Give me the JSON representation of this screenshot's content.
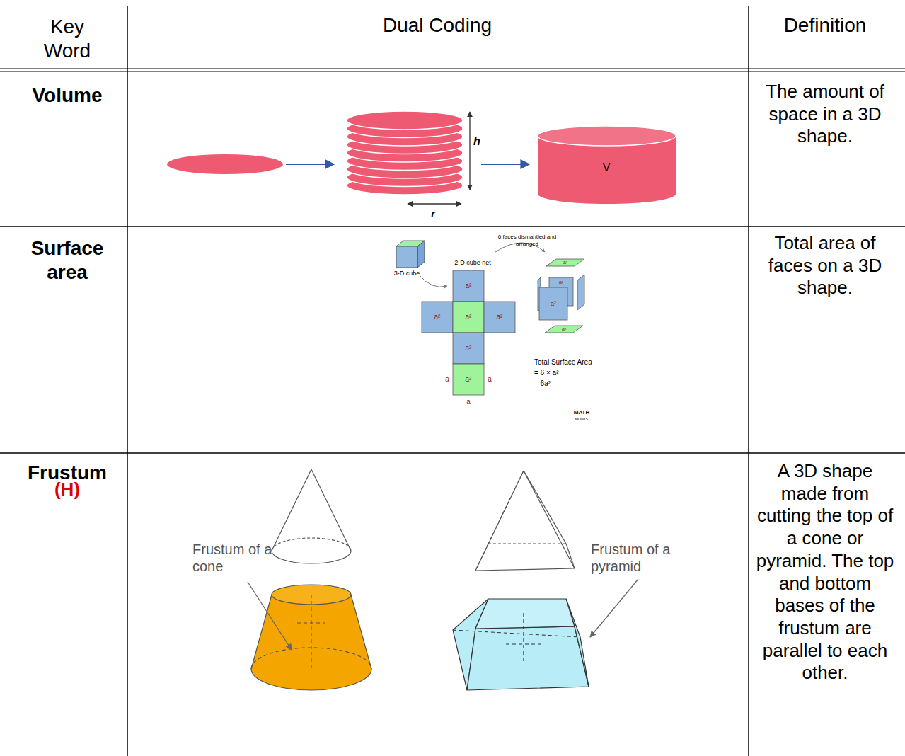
{
  "diagram": {
    "labels": [
      "Key Word",
      "Dual Coding",
      "Definition",
      "Volume",
      "h",
      "r",
      "V",
      "The amount of space in a 3D shape.",
      "Surface area",
      "2-D cube net",
      "3-D cube",
      "6 faces dismantled and arranged",
      "a²",
      "a²",
      "a²",
      "a²",
      "a²",
      "a²",
      "a",
      "a",
      "a",
      "a²",
      "a²",
      "a²",
      "a²",
      "Total Surface Area",
      "= 6 × a²",
      "= 6a²",
      "MATH",
      "MONKS",
      "Total area of faces on a 3D shape.",
      "Frustum",
      "(H)",
      "Frustum of a cone",
      "Frustum of a pyramid",
      "A 3D shape made from cutting the top of a cone or pyramid. The top and bottom bases of the frustum are parallel to each other."
    ]
  }
}
